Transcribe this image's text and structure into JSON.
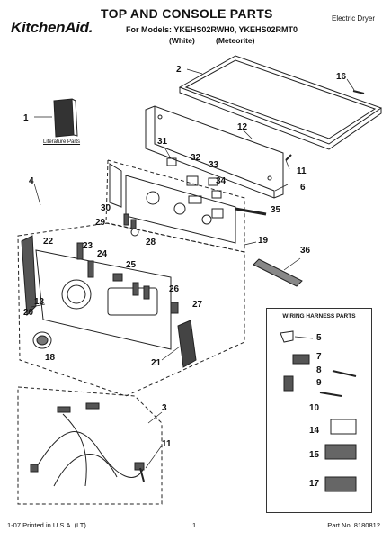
{
  "header": {
    "brand": "KitchenAid.",
    "title": "TOP AND CONSOLE PARTS",
    "models_line": "For Models: YKEHS02RWH0, YKEHS02RMT0",
    "variant_white": "(White)",
    "variant_meteorite": "(Meteorite)",
    "document_type": "Electric Dryer"
  },
  "footer": {
    "print_info": "1-07 Printed in U.S.A. (LT)",
    "page_number": "1",
    "part_number": "Part No. 8180812"
  },
  "labels": {
    "literature_parts": "Literature Parts",
    "wiring_harness_parts": "WIRING HARNESS PARTS"
  },
  "callouts": [
    "1",
    "2",
    "3",
    "4",
    "5",
    "6",
    "7",
    "8",
    "9",
    "10",
    "11",
    "11",
    "12",
    "13",
    "14",
    "15",
    "16",
    "17",
    "18",
    "19",
    "20",
    "21",
    "22",
    "23",
    "24",
    "25",
    "26",
    "27",
    "28",
    "29",
    "30",
    "31",
    "32",
    "33",
    "34",
    "35",
    "36"
  ]
}
